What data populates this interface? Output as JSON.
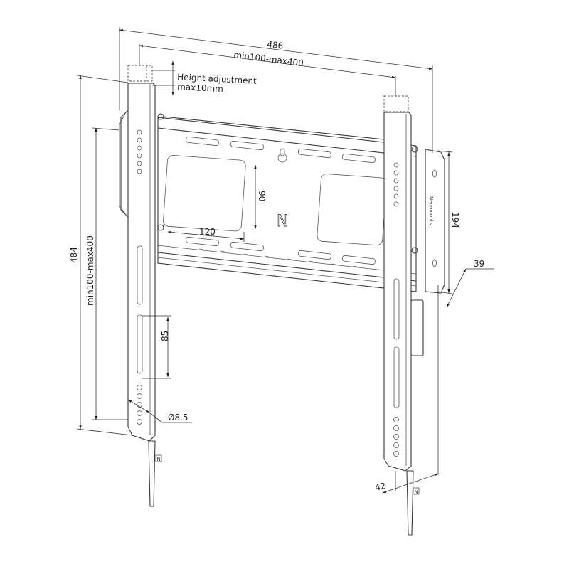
{
  "diagram": {
    "subject": "Fixed TV wall mount bracket technical drawing",
    "dimensions": {
      "overall_width": "486",
      "vesa_horizontal": "min100-max400",
      "height_adjustment_line1": "Height adjustment",
      "height_adjustment_line2": "max10mm",
      "overall_height": "484",
      "vesa_vertical": "min100-max400",
      "wall_plate_height": "194",
      "wall_distance": "39",
      "hole_spacing_vertical": "90",
      "hole_spacing_horizontal": "120",
      "slot_spacing": "85",
      "hole_diameter": "Ø8.5",
      "arm_depth": "42"
    },
    "brand_mark": "N",
    "side_plate_brand": "Neomounts",
    "colors": {
      "line": "#3a3a3a",
      "background": "#ffffff"
    }
  }
}
